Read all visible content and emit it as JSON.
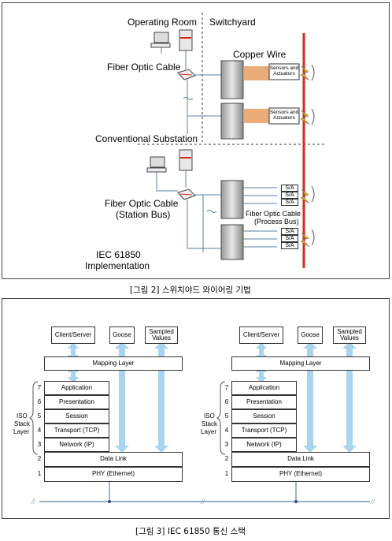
{
  "figure2": {
    "labels": {
      "operating_room": "Operating Room",
      "switchyard": "Switchyard",
      "fiber_optic_cable": "Fiber Optic Cable",
      "copper_wire": "Copper Wire",
      "sensors_actuators_1": "Sensors and Actuators",
      "sensors_actuators_2": "Sensors and Actuators",
      "conventional_substation": "Conventional Substation",
      "fiber_station_bus_1": "Fiber Optic Cable",
      "fiber_station_bus_2": "(Station Bus)",
      "fiber_process_bus_1": "Fiber Optic Cable",
      "fiber_process_bus_2": "(Process Bus)",
      "iec_1": "IEC 61850",
      "iec_2": "Implementation",
      "sa": [
        "S/A",
        "S/A",
        "S/A",
        "S/A",
        "S/A",
        "S/A"
      ]
    },
    "caption": "[그림 2] 스위치야드 와이어링 기법"
  },
  "figure3": {
    "stacks": [
      {
        "top_boxes": [
          "Client/Server",
          "Goose",
          "Sampled Values"
        ],
        "mapping": "Mapping Layer",
        "iso_label": [
          "ISO",
          "Stack",
          "Layer"
        ],
        "layers": [
          {
            "num": "7",
            "name": "Application"
          },
          {
            "num": "6",
            "name": "Presentation"
          },
          {
            "num": "5",
            "name": "Session"
          },
          {
            "num": "4",
            "name": "Transport (TCP)"
          },
          {
            "num": "3",
            "name": "Network (IP)"
          },
          {
            "num": "2",
            "name": "Data Link"
          },
          {
            "num": "1",
            "name": "PHY (Ethernet)"
          }
        ]
      },
      {
        "top_boxes": [
          "Client/Server",
          "Goose",
          "Sampled Values"
        ],
        "mapping": "Mapping Layer",
        "iso_label": [
          "ISO",
          "Stack",
          "Layer"
        ],
        "layers": [
          {
            "num": "7",
            "name": "Application"
          },
          {
            "num": "6",
            "name": "Presentation"
          },
          {
            "num": "5",
            "name": "Session"
          },
          {
            "num": "4",
            "name": "Transport (TCP)"
          },
          {
            "num": "3",
            "name": "Network (IP)"
          },
          {
            "num": "2",
            "name": "Data Link"
          },
          {
            "num": "1",
            "name": "PHY (Ethernet)"
          }
        ]
      }
    ],
    "caption": "[그림 3] IEC 61850 통신 스택"
  },
  "colors": {
    "bus_red": "#d42a1c",
    "copper": "#e8a36a",
    "arrow_blue": "#a9d4ee",
    "network_blue": "#5b7fa6"
  }
}
